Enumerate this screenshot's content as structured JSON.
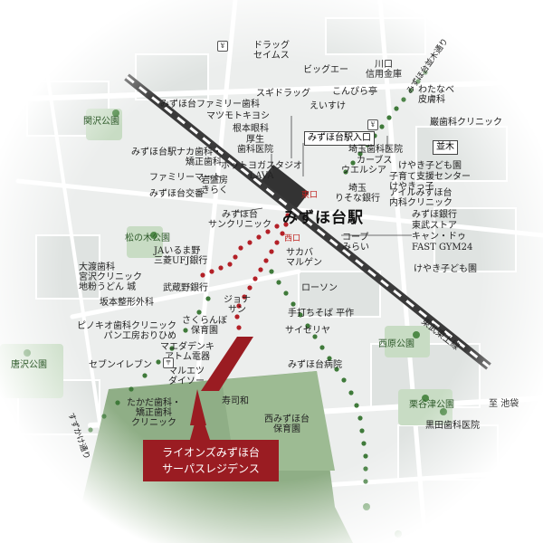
{
  "station": {
    "name": "みずほ台駅",
    "west_exit": "西口",
    "east_exit": "東口"
  },
  "railway": {
    "name": "東武東上線"
  },
  "property": {
    "line1": "ライオンズみずほ台",
    "line2": "サーパスレジデンス"
  },
  "boxed_labels": {
    "east_entrance": "みずほ台駅入口",
    "namiki": "並木"
  },
  "destination": "至 池袋",
  "parks": [
    "関沢公園",
    "松の木公園",
    "唐沢公園",
    "西原公園",
    "栗谷津公園"
  ],
  "roads": [
    "みずほ台並木通り",
    "すずかけ通り"
  ],
  "places": {
    "drug_seims": "ドラッグ\nセイムス",
    "big_a": "ビッグエー",
    "kawaguchi": "川口\n信用金庫",
    "sugi_drug": "スギドラッグ",
    "konpira": "こんぴら亭",
    "watanabe": "わたなべ\n皮膚科",
    "fami_dental": "みずほ台ファミリー歯科",
    "matsumoto": "マツモトキヨシ",
    "esuke": "えいすけ",
    "iwao_dental": "巌歯科クリニック",
    "nemoto": "根本眼科",
    "kosei": "厚生\n歯科医院",
    "naka_dental": "みずほ台駅ナカ歯科・\n矯正歯科",
    "hotyoga": "ホットヨガスタジオ\nLAVA",
    "familymart": "ファミリーマート",
    "iwaki": "岩盤房\nきらく",
    "koban": "みずほ台交番",
    "saitama_dental": "埼玉歯科医院",
    "curves": "カーブス",
    "welcia": "ウエルシア",
    "keyaki_kodomo": "けやき子ども園",
    "kosodate": "子育て支援センター\nけやきっ子",
    "saitama_resona": "埼玉\nりそな銀行",
    "ail_clinic": "アイルみずほ台\n内科クリニック",
    "sun_clinic": "みずほ台\nサンクリニック",
    "jyoy": "JAいるま野\n三菱UFJ銀行",
    "mizuho_bank": "みずほ銀行",
    "tobu_store": "東武ストア",
    "candoo": "キャン・ドゥ",
    "fastgym": "FAST GYM24",
    "coop": "コープ\nみらい",
    "sakaba": "サカバ\nマルゲン",
    "keyaki_kodomo2": "けやき子ども園",
    "owatari": "大渡歯科\n宮沢クリニック\n地粉うどん 城",
    "musashino": "武蔵野銀行",
    "sakamoto": "坂本整形外科",
    "lawson": "ローソン",
    "teuchi": "手打ちそば 平作",
    "saizeriya": "サイゼリヤ",
    "jona": "ジョナ\nサン",
    "sakuranbo": "さくらんぼ\n保育園",
    "pinocchio": "ピノキオ歯科クリニック\nパン工房おりひめ",
    "seven": "セブンイレブン",
    "mae": "マエダデンキ\nアトム電器",
    "maruetsu": "マルエツ\nダイソー",
    "takada": "たかだ歯科・\n矯正歯科\nクリニック",
    "jushiwa": "寿司和",
    "hospital": "みずほ台病院",
    "nishi_hoikuen": "西みずほ台\n保育園",
    "kuroda": "黒田歯科医院"
  }
}
